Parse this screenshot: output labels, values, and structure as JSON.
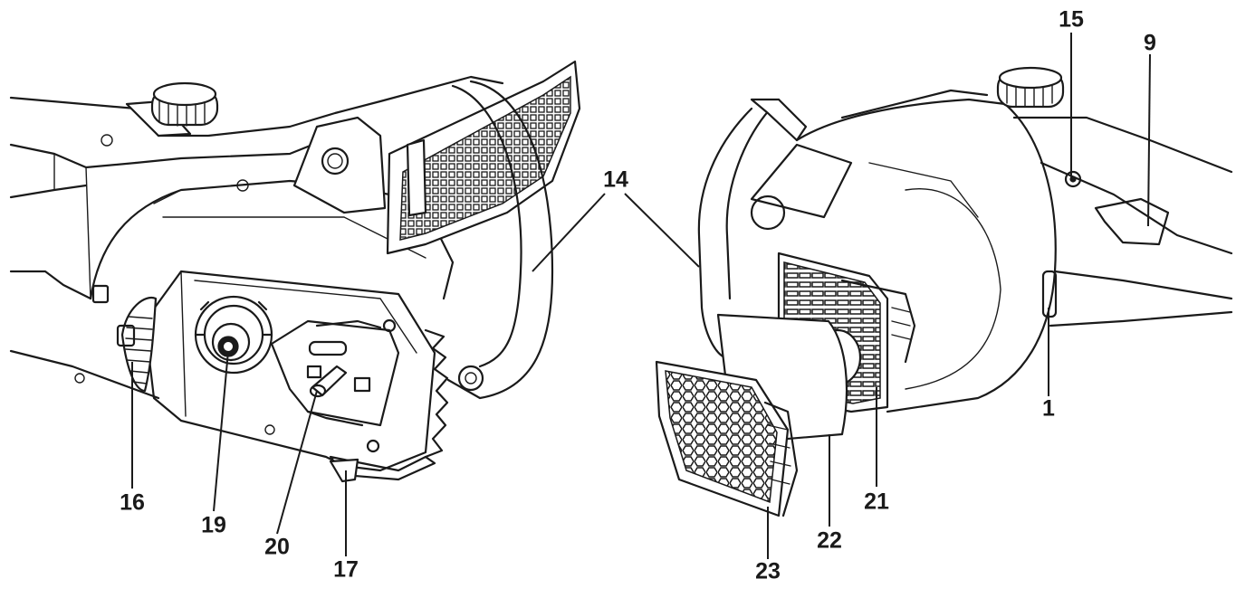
{
  "callouts": [
    {
      "id": "16",
      "label": "16"
    },
    {
      "id": "19",
      "label": "19"
    },
    {
      "id": "20",
      "label": "20"
    },
    {
      "id": "17",
      "label": "17"
    },
    {
      "id": "14",
      "label": "14"
    },
    {
      "id": "15",
      "label": "15"
    },
    {
      "id": "9",
      "label": "9"
    },
    {
      "id": "1",
      "label": "1"
    },
    {
      "id": "21",
      "label": "21"
    },
    {
      "id": "22",
      "label": "22"
    },
    {
      "id": "23",
      "label": "23"
    }
  ]
}
